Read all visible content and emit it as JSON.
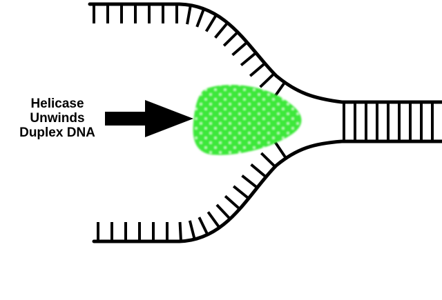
{
  "label": {
    "lines": [
      "Helicase",
      "Unwinds",
      "Duplex DNA"
    ]
  },
  "colors": {
    "strand": "#000000",
    "helicase": "#3ee83a",
    "helicase_dots": "#d8ffd4",
    "background": "#ffffff"
  },
  "parts": {
    "upper_strand": "single-strand",
    "lower_strand": "single-strand",
    "duplex": "double-strand",
    "enzyme": "helicase",
    "direction": "arrow-right"
  }
}
